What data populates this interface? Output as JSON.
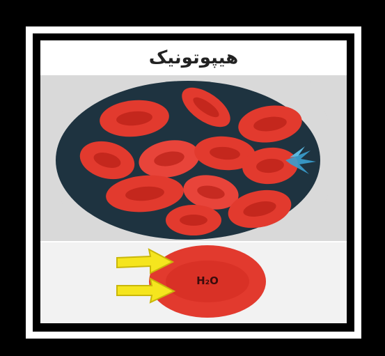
{
  "title": "هیپوتونیک",
  "molecule_label": "H₂O",
  "colors": {
    "frame": "#000000",
    "cell_red": "#e23a2e",
    "cell_dark_red": "#b81f17",
    "background_circle": "#1e3340",
    "arrow_yellow": "#f5e51e",
    "burst_blue": "#3aa0d0"
  },
  "icons": [
    "red-blood-cells-illustration",
    "water-arrow-icon",
    "cell-burst-icon"
  ]
}
